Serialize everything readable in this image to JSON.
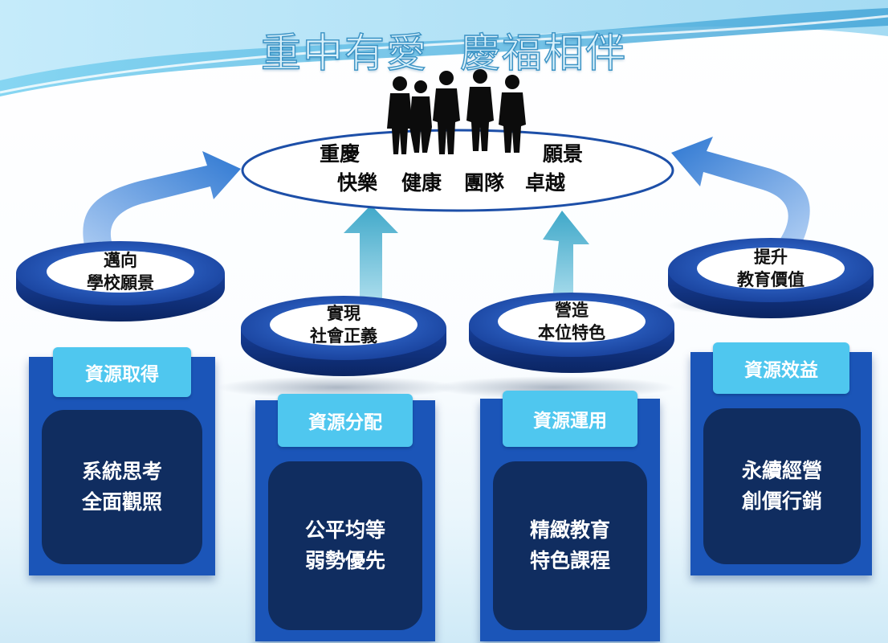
{
  "title": {
    "part1": "重中有愛",
    "part2": "慶福相伴"
  },
  "vision": {
    "left_label": "重慶",
    "right_label": "願景",
    "values": [
      "快樂",
      "健康",
      "團隊",
      "卓越"
    ]
  },
  "disks": [
    {
      "line1": "邁向",
      "line2": "學校願景"
    },
    {
      "line1": "實現",
      "line2": "社會正義"
    },
    {
      "line1": "營造",
      "line2": "本位特色"
    },
    {
      "line1": "提升",
      "line2": "教育價值"
    }
  ],
  "panels": [
    {
      "header": "資源取得",
      "line1": "系統思考",
      "line2": "全面觀照"
    },
    {
      "header": "資源分配",
      "line1": "公平均等",
      "line2": "弱勢優先"
    },
    {
      "header": "資源運用",
      "line1": "精緻教育",
      "line2": "特色課程"
    },
    {
      "header": "資源效益",
      "line1": "永續經營",
      "line2": "創價行銷"
    }
  ],
  "colors": {
    "panel": "#1b55b8",
    "panel_header": "#4fc7ef",
    "panel_body": "#102d60",
    "arrow": "#3f86d6",
    "disk": "#1c4fb0",
    "title_text": "#d9f1fb"
  }
}
